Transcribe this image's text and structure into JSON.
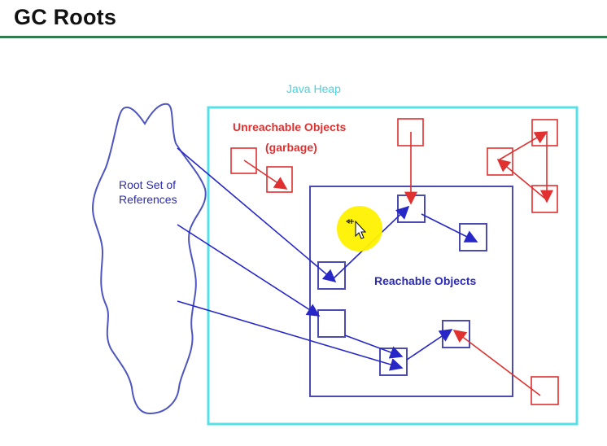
{
  "title": "GC Roots",
  "diagram": {
    "heap_label": "Java Heap",
    "unreachable_label_line1": "Unreachable Objects",
    "unreachable_label_line2": "(garbage)",
    "root_set_label_line1": "Root Set of",
    "root_set_label_line2": "References",
    "reachable_label": "Reachable Objects"
  },
  "colors": {
    "title_rule": "#2e7d4f",
    "heap_border": "#55e0e8",
    "heap_label": "#44d4e0",
    "reachable_border": "#4b4bb0",
    "reachable_arrow": "#2727c8",
    "reachable_label": "#2a2ab8",
    "garbage": "#e03030",
    "root_outline": "#4e55c0",
    "cursor_highlight": "#fff200"
  }
}
